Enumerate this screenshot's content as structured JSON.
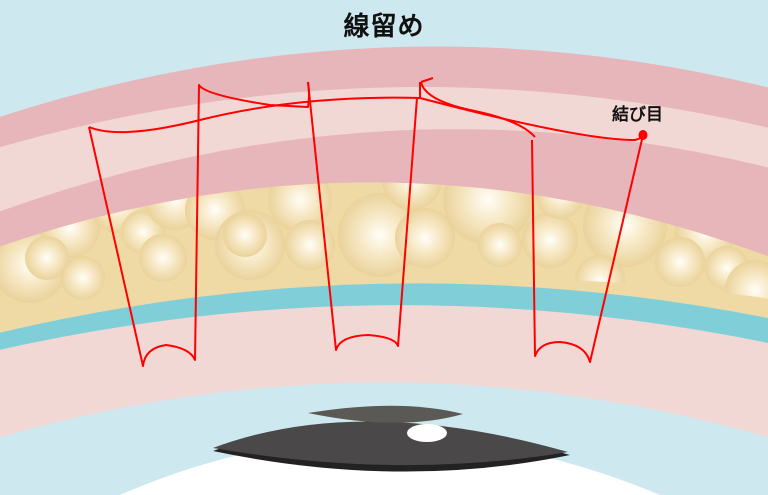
{
  "diagram": {
    "title": "線留め",
    "labels": {
      "knot": "結び目"
    },
    "colors": {
      "background": "#CDE9EF",
      "skin_outer": "#E6B6BB",
      "skin_inner": "#F2D8D4",
      "fat": "#EFDAA6",
      "fat_highlight": "#FFFDF5",
      "membrane": "#80CFD8",
      "tarsus": "#F2D8D4",
      "conjunctiva": "#CDE9EF",
      "eye_white": "#FFFFFF",
      "iris": "#4A4849",
      "iris_top": "#5A5955",
      "iris_shadow": "#222222",
      "suture": "#FF0000"
    },
    "layers": [
      "skin",
      "dermis",
      "fat",
      "membrane",
      "tarsal-plate",
      "conjunctiva",
      "eyeball"
    ],
    "suture_loops": 3
  }
}
